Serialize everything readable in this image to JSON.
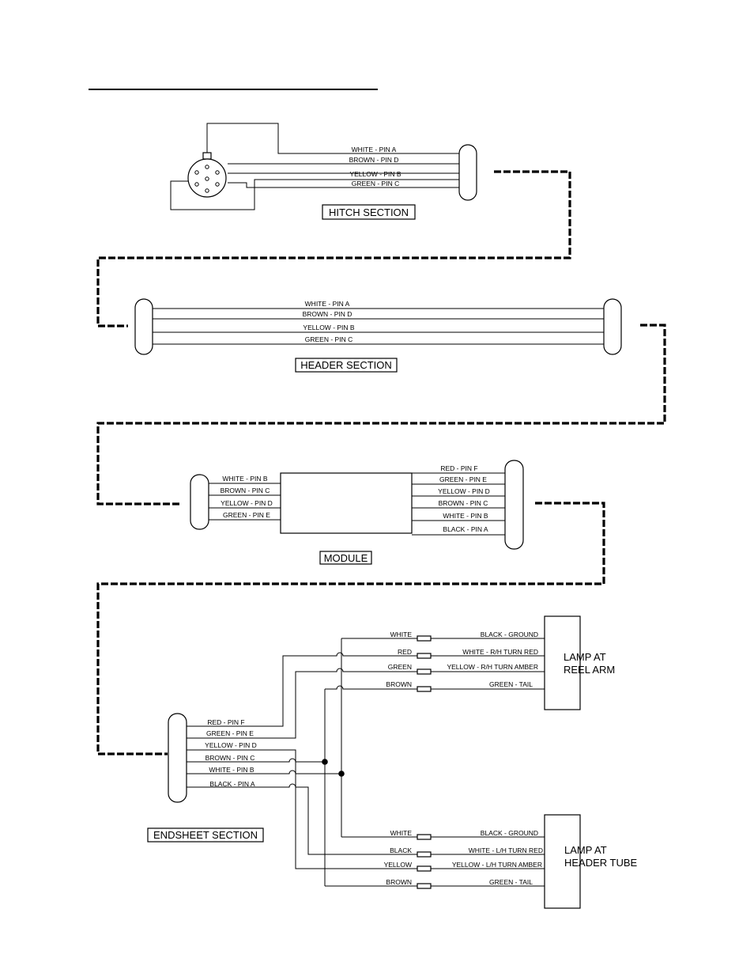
{
  "hitch": {
    "title": "HITCH SECTION",
    "wires": [
      "WHITE - PIN A",
      "BROWN - PIN D",
      "YELLOW - PIN B",
      "GREEN - PIN C"
    ]
  },
  "header": {
    "title": "HEADER SECTION",
    "wires": [
      "WHITE - PIN A",
      "BROWN - PIN D",
      "YELLOW - PIN B",
      "GREEN - PIN C"
    ]
  },
  "module": {
    "title": "MODULE",
    "inputs": [
      "WHITE - PIN B",
      "BROWN - PIN C",
      "YELLOW - PIN D",
      "GREEN - PIN E"
    ],
    "outputs": [
      "RED - PIN F",
      "GREEN - PIN E",
      "YELLOW - PIN D",
      "BROWN - PIN C",
      "WHITE - PIN B",
      "BLACK - PIN A"
    ]
  },
  "endsheet": {
    "title": "ENDSHEET SECTION",
    "wires": [
      "RED - PIN F",
      "GREEN - PIN E",
      "YELLOW - PIN D",
      "BROWN - PIN C",
      "WHITE - PIN B",
      "BLACK - PIN A"
    ]
  },
  "lamp_reel": {
    "title_line1": "LAMP AT",
    "title_line2": "REEL ARM",
    "left_labels": [
      "WHITE",
      "RED",
      "GREEN",
      "BROWN"
    ],
    "right_labels": [
      "BLACK - GROUND",
      "WHITE - R/H TURN RED",
      "YELLOW - R/H TURN AMBER",
      "GREEN - TAIL"
    ]
  },
  "lamp_header": {
    "title_line1": "LAMP AT",
    "title_line2": "HEADER TUBE",
    "left_labels": [
      "WHITE",
      "BLACK",
      "YELLOW",
      "BROWN"
    ],
    "right_labels": [
      "BLACK - GROUND",
      "WHITE - L/H TURN RED",
      "YELLOW - L/H TURN AMBER",
      "GREEN - TAIL"
    ]
  }
}
